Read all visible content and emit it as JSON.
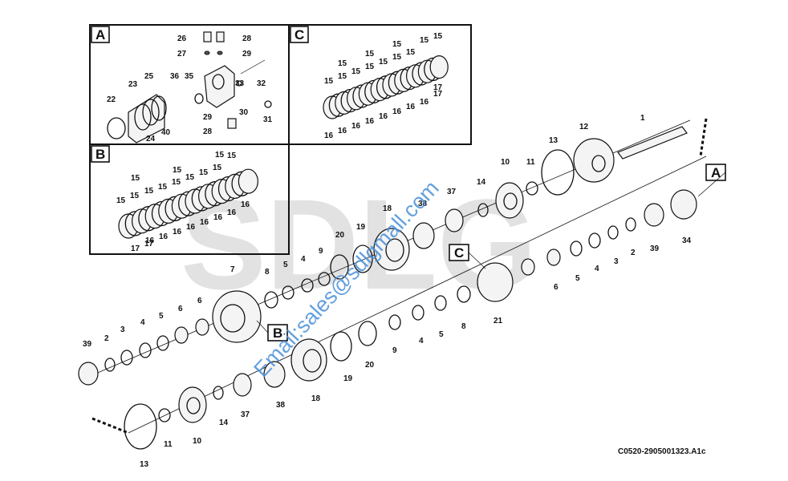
{
  "watermark": {
    "logo_text": "SDLG",
    "email": "Email:sales@sdlgmall.com"
  },
  "drawing_code": "C0520-2905001323.A1c",
  "inset_tags": {
    "a": "A",
    "b": "B",
    "c": "C"
  },
  "callout_tags": {
    "a": "A",
    "b": "B",
    "c": "C"
  },
  "labels": {
    "a": [
      "26",
      "28",
      "27",
      "29",
      "25",
      "36",
      "35",
      "33",
      "32",
      "23",
      "22",
      "30",
      "31",
      "29",
      "28",
      "24",
      "40"
    ],
    "b": [
      "15",
      "15",
      "15",
      "15",
      "15",
      "15",
      "15",
      "15",
      "15",
      "15",
      "15",
      "15",
      "16",
      "16",
      "16",
      "16",
      "16",
      "16",
      "16",
      "16",
      "17",
      "17"
    ],
    "c": [
      "15",
      "15",
      "15",
      "15",
      "15",
      "15",
      "15",
      "15",
      "15",
      "15",
      "15",
      "15",
      "16",
      "16",
      "16",
      "16",
      "16",
      "16",
      "16",
      "16",
      "17",
      "17"
    ],
    "upper": [
      "1",
      "12",
      "13",
      "11",
      "10",
      "14",
      "37",
      "38",
      "18",
      "19",
      "20",
      "9",
      "4",
      "5",
      "8",
      "7",
      "6",
      "5",
      "6",
      "4",
      "3",
      "2",
      "39",
      "2",
      "3",
      "4",
      "5",
      "6",
      "39",
      "34",
      "21",
      "8",
      "5",
      "4",
      "9",
      "20",
      "19",
      "18",
      "38",
      "37",
      "14",
      "10",
      "11",
      "13"
    ]
  }
}
